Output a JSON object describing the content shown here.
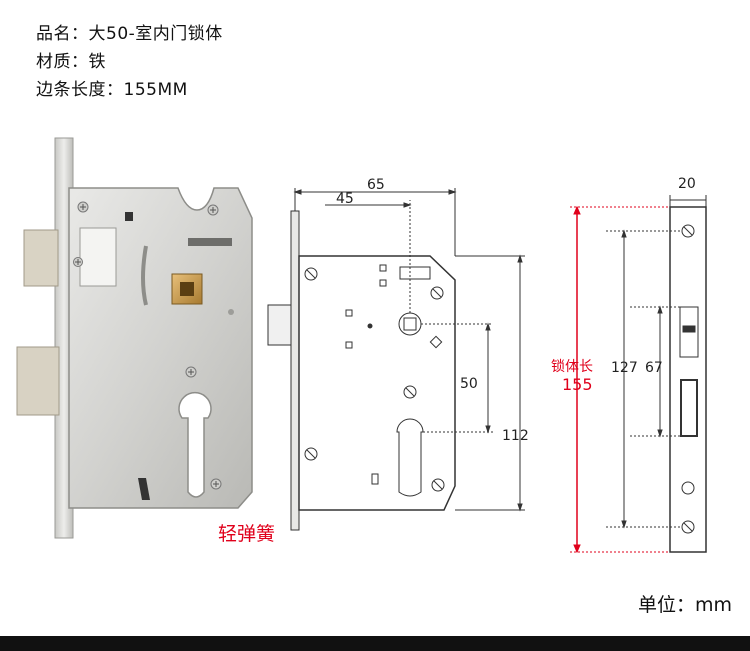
{
  "specs": {
    "product_name": "品名：大50-室内门锁体",
    "material": "材质：铁",
    "edge_length": "边条长度：155MM"
  },
  "photo": {
    "spring_label": "轻弹簧"
  },
  "front_drawing": {
    "dim_65": "65",
    "dim_45": "45",
    "dim_50": "50",
    "dim_112": "112"
  },
  "side_drawing": {
    "dim_20": "20",
    "dim_127": "127",
    "dim_67": "67",
    "body_length_label": "锁体长",
    "body_length_value": "155"
  },
  "unit_label": "单位：mm",
  "colors": {
    "accent_red": "#e0001b",
    "line": "#333333"
  }
}
